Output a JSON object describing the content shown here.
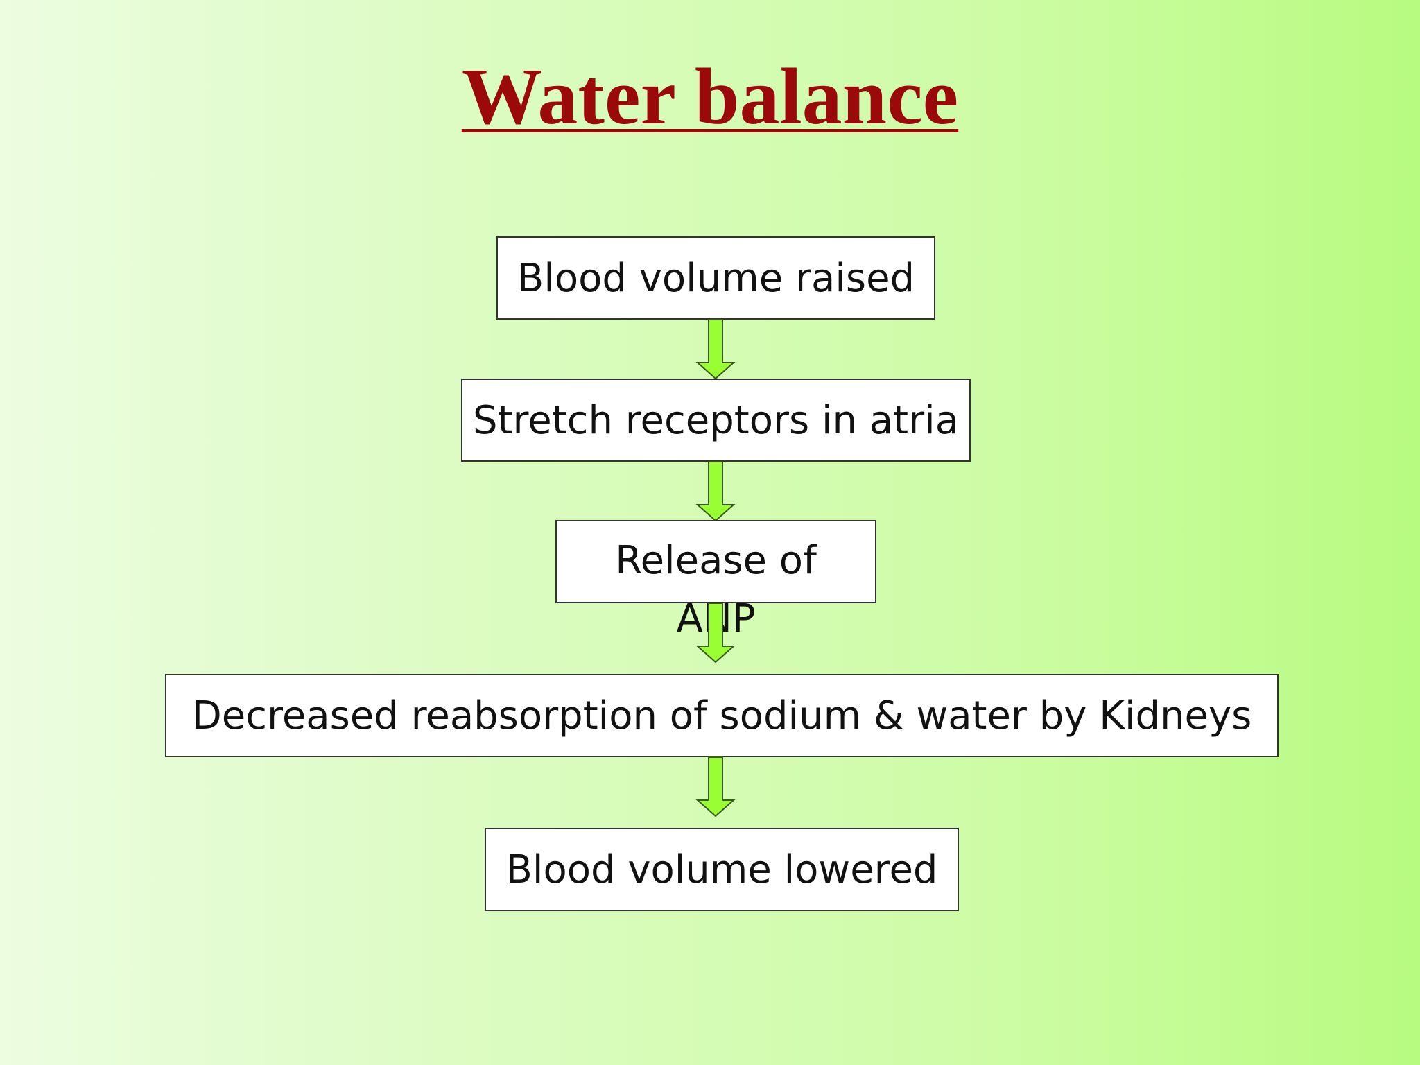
{
  "slide": {
    "title": "Water balance",
    "colors": {
      "title": "#9a0a0a",
      "arrow_fill": "#99ff33",
      "arrow_stroke": "#3a5a1a",
      "box_fill": "#ffffff"
    }
  },
  "flow": {
    "steps": [
      {
        "label": "Blood volume raised"
      },
      {
        "label": "Stretch receptors in atria"
      },
      {
        "label_line1": "Release of",
        "label_line2": "ANP"
      },
      {
        "label": "Decreased reabsorption of sodium & water by Kidneys"
      },
      {
        "label": "Blood volume lowered"
      }
    ],
    "arrows": [
      {
        "from": "Blood volume raised",
        "to": "Stretch receptors in atria",
        "icon": "down-arrow-icon"
      },
      {
        "from": "Stretch receptors in atria",
        "to": "Release of ANP",
        "icon": "down-arrow-icon"
      },
      {
        "from": "Release of ANP",
        "to": "Decreased reabsorption of sodium & water by Kidneys",
        "icon": "down-arrow-icon"
      },
      {
        "from": "Decreased reabsorption of sodium & water by Kidneys",
        "to": "Blood volume lowered",
        "icon": "down-arrow-icon"
      }
    ]
  }
}
